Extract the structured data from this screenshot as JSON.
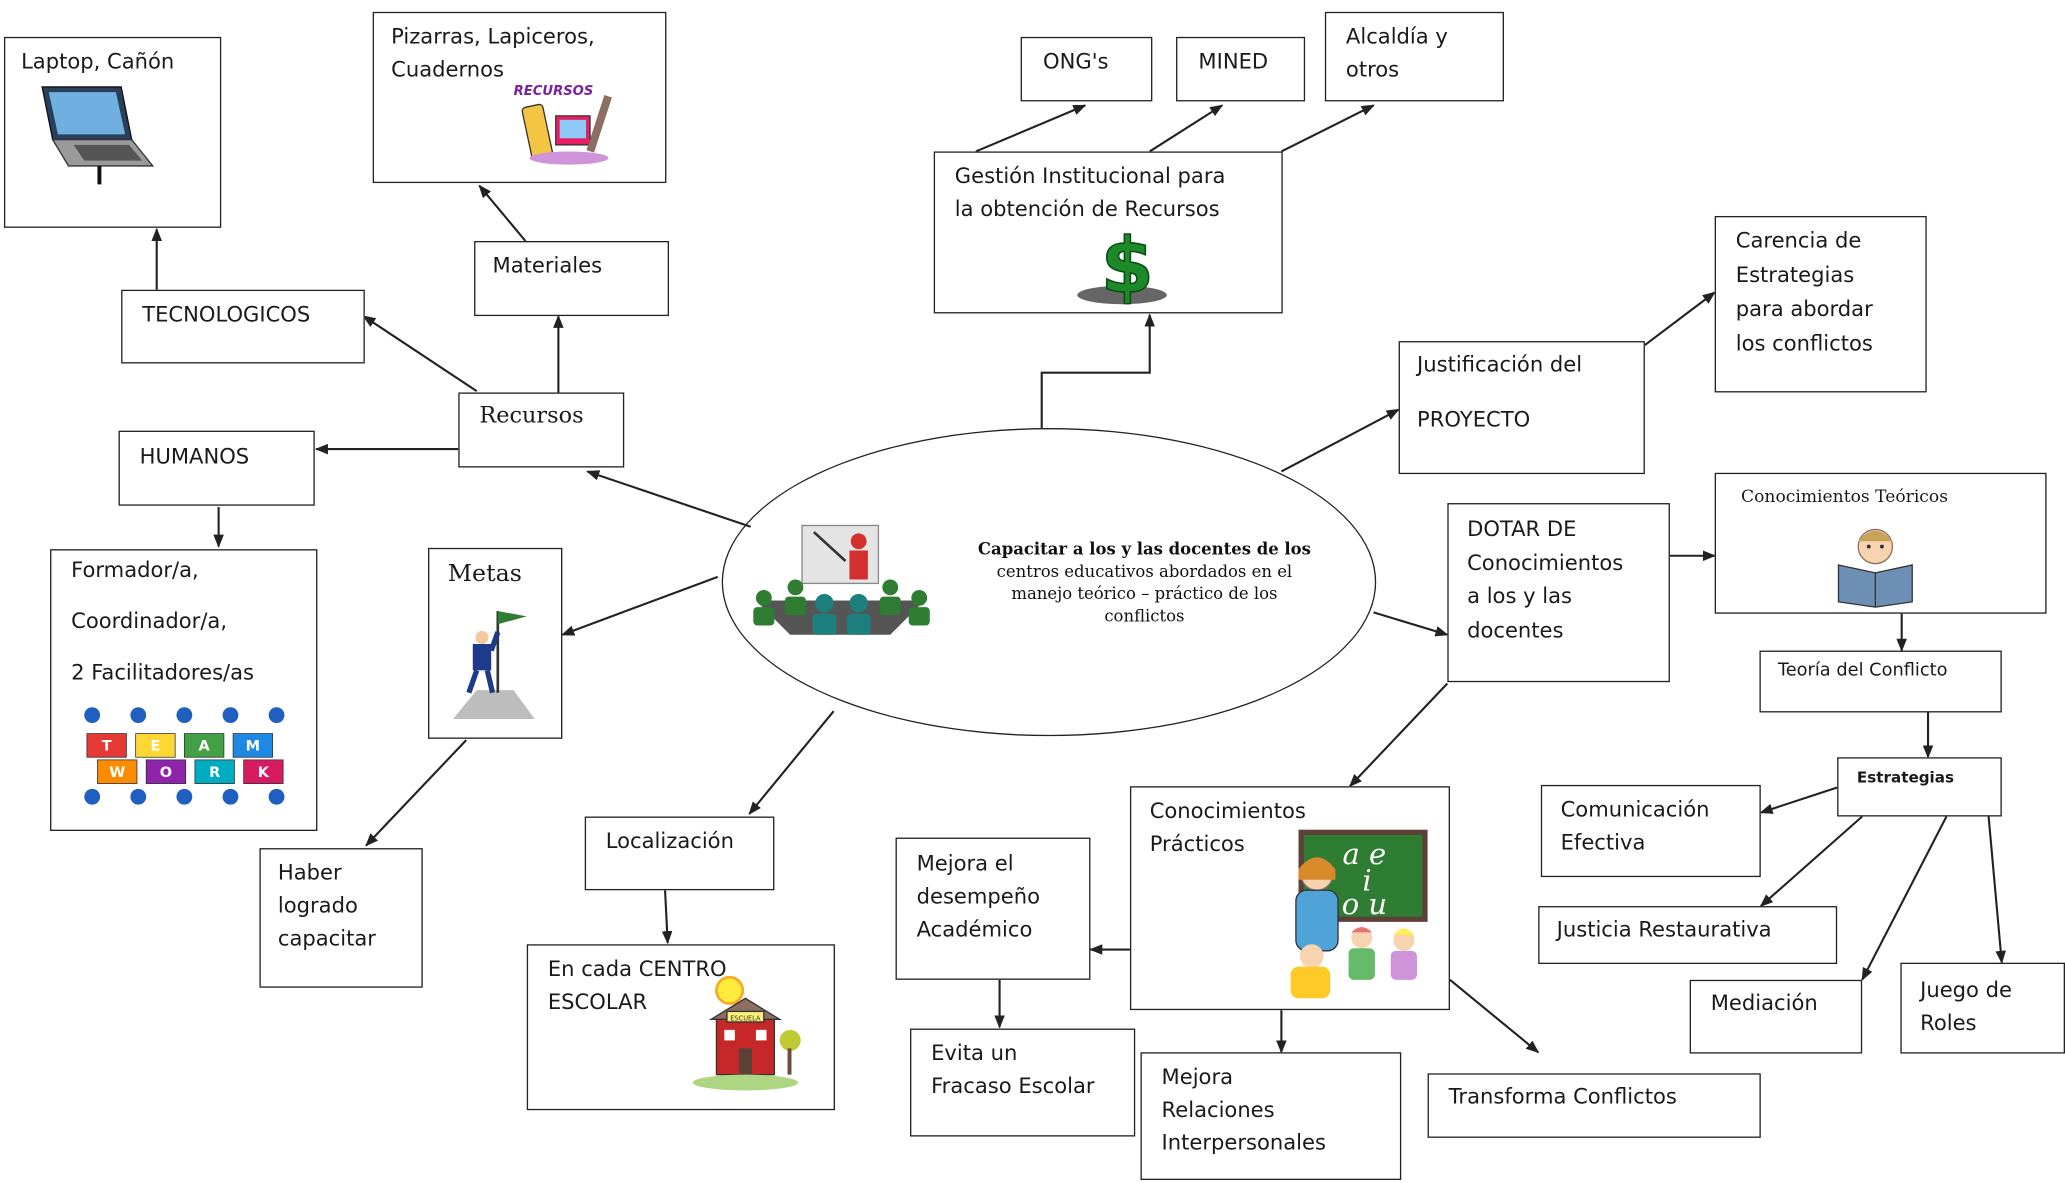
{
  "center": {
    "title": "Capacitar a los y las docentes de los",
    "body": "centros educativos abordados en el\nmanejo teórico – práctico de los\nconflictos"
  },
  "nodes": {
    "laptop": "Laptop, Cañón",
    "pizarras": "Pizarras, Lapiceros,\nCuadernos",
    "pizarras_logo": "RECURSOS",
    "tecnologicos": "TECNOLOGICOS",
    "materiales": "Materiales",
    "recursos": "Recursos",
    "humanos": "HUMANOS",
    "formador": "Formador/a,\n\nCoordinador/a,\n\n2 Facilitadores/as",
    "teamwork": [
      "T",
      "E",
      "A",
      "M",
      "W",
      "O",
      "R",
      "K"
    ],
    "metas": "Metas",
    "haber": "Haber\nlogrado\ncapacitar",
    "localizacion": "Localización",
    "centro": "En cada CENTRO\nESCOLAR",
    "escuela_sign": "ESCUELA",
    "ongs": "ONG's",
    "mined": "MINED",
    "alcaldia": "Alcaldía y\notros",
    "gestion": "Gestión Institucional para\nla obtención de Recursos",
    "justificacion": "Justificación del\n\nPROYECTO",
    "carencia": "Carencia de\nEstrategias\npara abordar\nlos conflictos",
    "dotar": "DOTAR DE\nConocimientos\na los y las\ndocentes",
    "teoricos": "Conocimientos Teóricos",
    "teoria": "Teoría del Conflicto",
    "estrategias": "Estrategias",
    "comunicacion": "Comunicación\nEfectiva",
    "justicia": "Justicia Restaurativa",
    "mediacion": "Mediación",
    "juego": "Juego de\nRoles",
    "practicos": "Conocimientos\nPrácticos",
    "pizarra_letras": "a e\n i\no u",
    "mejora_des": "Mejora el\ndesempeño\nAcadémico",
    "evita": "Evita un\nFracaso Escolar",
    "mejora_rel": "Mejora\nRelaciones\nInterpersonales",
    "transforma": "Transforma Conflictos"
  },
  "colors": {
    "line": "#222222",
    "money_green": "#1d8a2a",
    "board_green": "#2f7d32",
    "presenter_red": "#d32f2f"
  }
}
